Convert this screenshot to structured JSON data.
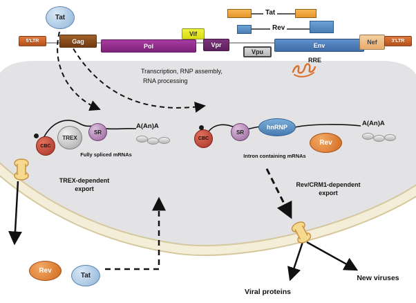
{
  "genome": {
    "tat_label": "Tat",
    "segments": [
      {
        "id": "5ltr",
        "label": "5'LTR",
        "color": "#c85f27"
      },
      {
        "id": "gag",
        "label": "Gag",
        "color": "#8a4a1d"
      },
      {
        "id": "pol",
        "label": "Pol",
        "color": "#952d90"
      },
      {
        "id": "vif",
        "label": "Vif",
        "color": "#e6ea2a"
      },
      {
        "id": "vpr",
        "label": "Vpr",
        "color": "#6e2a6e"
      },
      {
        "id": "vpu",
        "label": "Vpu",
        "color": "#cccccc"
      },
      {
        "id": "env",
        "label": "Env",
        "color": "#4f81bd"
      },
      {
        "id": "nef",
        "label": "Nef",
        "color": "#f2c38c"
      },
      {
        "id": "3ltr",
        "label": "3'LTR",
        "color": "#c85f27"
      }
    ],
    "splice_tat_label": "Tat",
    "splice_rev_label": "Rev",
    "rre_label": "RRE"
  },
  "process": {
    "line1": "Transcription, RNP assembly,",
    "line2": "RNA processing"
  },
  "spliced_mrna": {
    "cbc": "CBC",
    "trex": "TREX",
    "sr": "SR",
    "polya": "A(An)A",
    "caption": "Fully spliced mRNAs"
  },
  "intron_mrna": {
    "cbc": "CBC",
    "sr": "SR",
    "hnrnp": "hnRNP",
    "rev": "Rev",
    "polya": "A(An)A",
    "caption": "Intron containing mRNAs"
  },
  "export_trex": {
    "line1": "TREX-dependent",
    "line2": "export"
  },
  "export_rev": {
    "line1": "Rev/CRM1-dependent",
    "line2": "export"
  },
  "cytoplasm": {
    "rev_label": "Rev",
    "tat_label": "Tat",
    "viral_proteins": "Viral proteins",
    "new_viruses": "New viruses"
  },
  "colors": {
    "nucleus": "#e3e3e6",
    "envelope": "#f4eed9",
    "pore": "#f5d98e",
    "cbc": "#b53a2c",
    "trex": "#bdbdbd",
    "sr": "#a2739f",
    "hnrnp": "#5b9bd5",
    "rev": "#e07b2a",
    "tat": "#a9c6e6",
    "rre": "#d96f2a"
  }
}
